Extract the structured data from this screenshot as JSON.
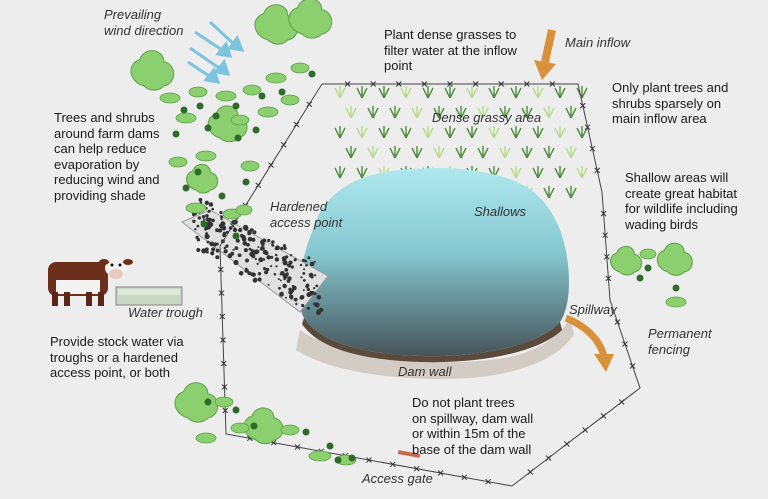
{
  "labels": {
    "wind": "Prevailing\nwind direction",
    "grass_note": "Plant dense grasses to\nfilter water at the inflow\npoint",
    "main_inflow": "Main inflow",
    "inflow_trees": "Only plant trees and\nshrubs sparsely on\nmain inflow area",
    "trees_note": "Trees and shrubs\naround farm dams\ncan help reduce\nevaporation by\nreducing wind and\nproviding shade",
    "dense_grassy": "Dense grassy area",
    "shallows": "Shallows",
    "shallow_note": "Shallow areas will\ncreate great habitat\nfor wildlife including\nwading birds",
    "hardened": "Hardened\naccess point",
    "trough": "Water trough",
    "spillway": "Spillway",
    "fencing": "Permanent\nfencing",
    "stock_note": "Provide stock water via\ntroughs or a hardened\naccess point, or both",
    "dam_wall": "Dam wall",
    "spillway_note": "Do not plant trees\non spillway, dam wall\nor within 15m of the\nbase of the dam wall",
    "access_gate": "Access gate"
  },
  "colors": {
    "background": "#ededed",
    "foliage": "#8ccf6e",
    "foliage_dark": "#2e6b2b",
    "water_top": "#a6e4ea",
    "water_bottom": "#4a5a60",
    "arrow_orange": "#d9903a",
    "wind_arrow": "#7cc4de",
    "fence": "#444444",
    "gravel": "#3a3a3a",
    "cow_brown": "#6b2f1c"
  }
}
